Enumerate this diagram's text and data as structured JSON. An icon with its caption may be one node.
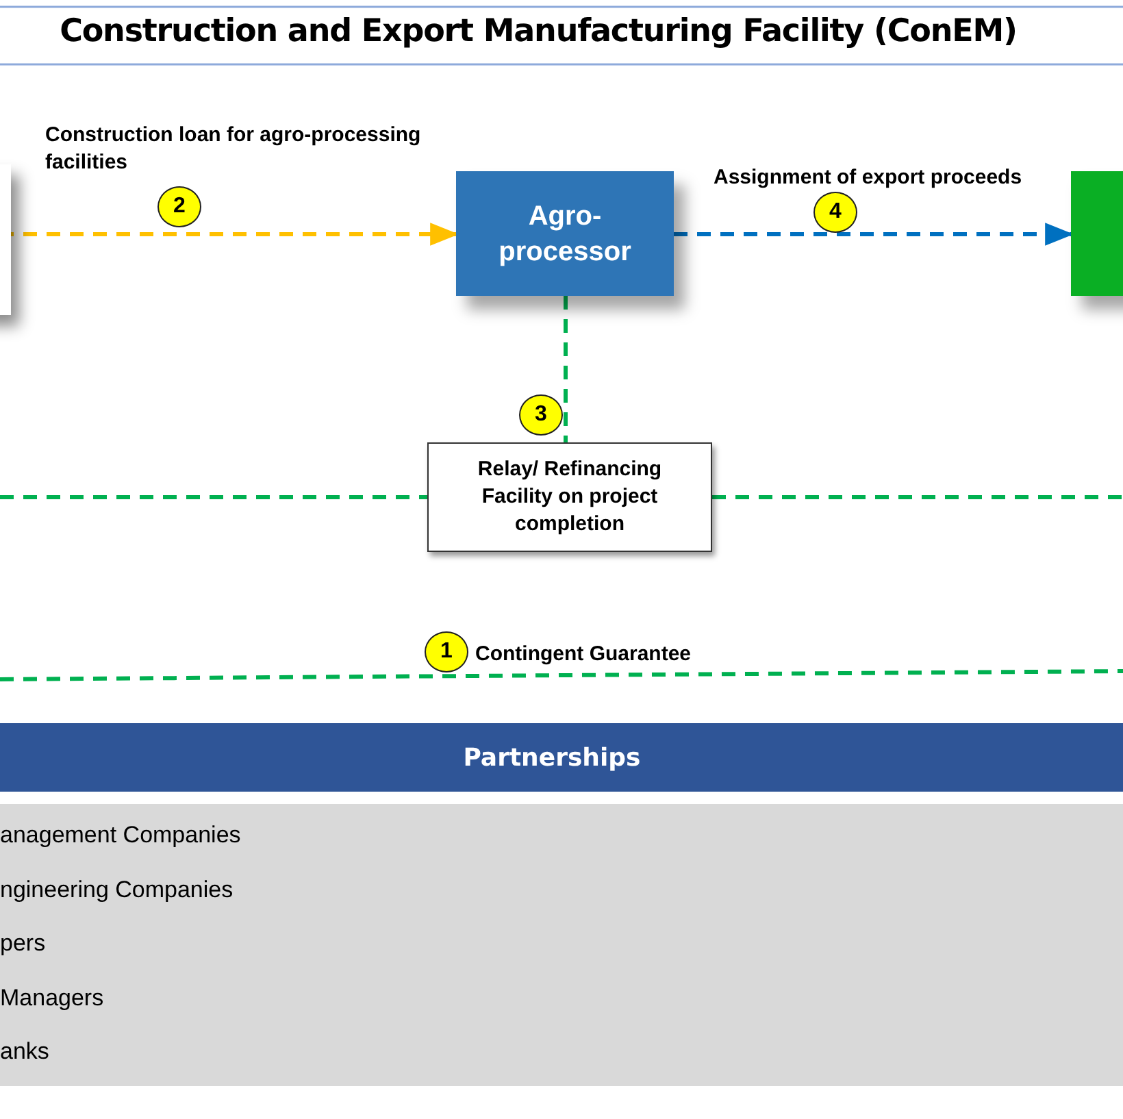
{
  "diagram": {
    "title": "Construction and Export Manufacturing Facility (ConEM)",
    "nodes": [
      {
        "text": [],
        "shape": "box"
      },
      {
        "text": [
          "Agro-processor"
        ]
      },
      {
        "text": [],
        "shape": "box"
      },
      {
        "text": [
          "Relay/ Refinancing Facility on project completion"
        ]
      },
      {
        "text": [
          "Partnerships"
        ]
      },
      {
        "text": [
          "anagement Companies",
          "ngineering Companies",
          "pers",
          "Managers",
          "anks"
        ]
      }
    ],
    "edges": [
      {
        "from": 0,
        "to": 1,
        "arrow": "to",
        "label": "2",
        "style": "dashed",
        "color": "#ffc000"
      },
      {
        "from": 1,
        "to": 2,
        "arrow": "to",
        "label": "4",
        "style": "dashed",
        "color": "#0070c0"
      },
      {
        "from": 1,
        "to": 3,
        "arrow": "none",
        "label": "3",
        "style": "dashed"
      },
      {
        "from": null,
        "to": 3,
        "arrow": "none",
        "style": "dashed"
      },
      {
        "from": 3,
        "to": null,
        "arrow": "none",
        "style": "dashed"
      }
    ],
    "labels": [
      "Construction loan for agro-processing facilities",
      "Assignment of export proceeds",
      "1",
      "Contingent Guarantee"
    ]
  }
}
